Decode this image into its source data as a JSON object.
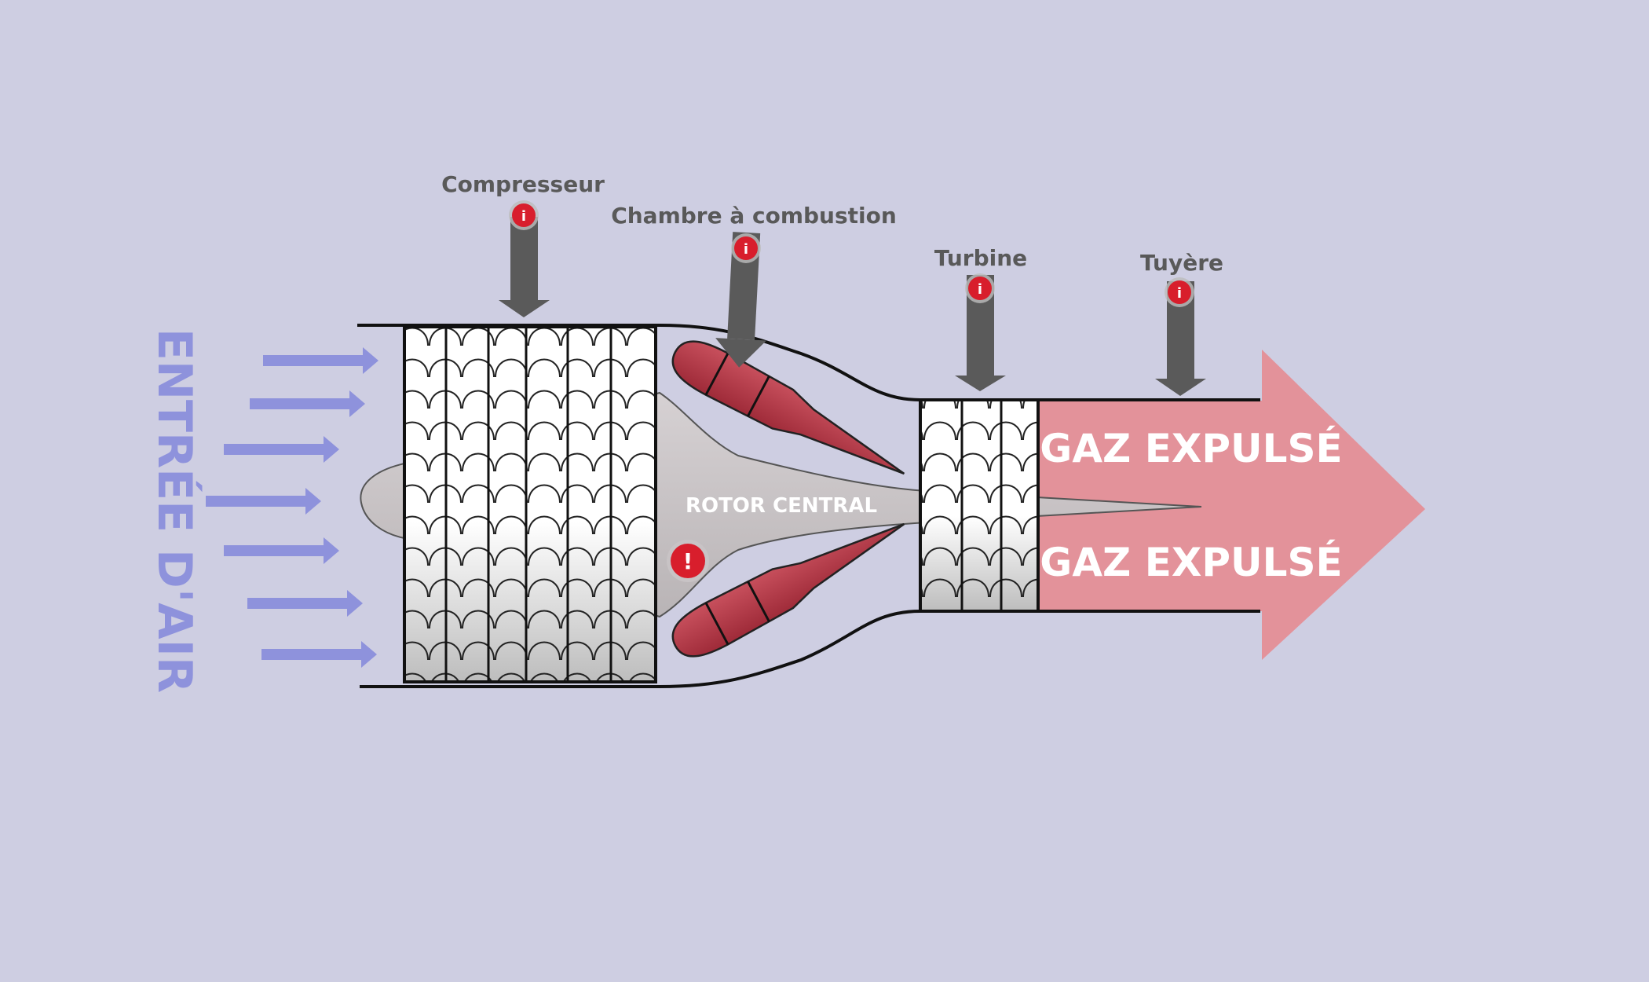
{
  "labels": {
    "compresseur": "Compresseur",
    "chambre": "Chambre à combustion",
    "turbine": "Turbine",
    "tuyere": "Tuyère",
    "rotor": "ROTOR CENTRAL",
    "gaz1": "GAZ EXPULSÉ",
    "gaz2": "GAZ EXPULSÉ",
    "entree": "ENTRÉE D'AIR"
  },
  "hotspots": {
    "info_glyph": "i",
    "alert_glyph": "!"
  },
  "colors": {
    "background": "#cecee2",
    "label_text": "#595959",
    "pointer_arrow": "#5a5a5a",
    "hotspot": "#d81e2c",
    "intake_arrows": "#8e92dc",
    "exhaust_arrow": "#e3929a",
    "injector": "#b23a48",
    "rotor": "#c8c3c5"
  },
  "icons": [
    "info-icon",
    "alert-icon",
    "arrow-down-icon",
    "arrow-right-icon"
  ]
}
